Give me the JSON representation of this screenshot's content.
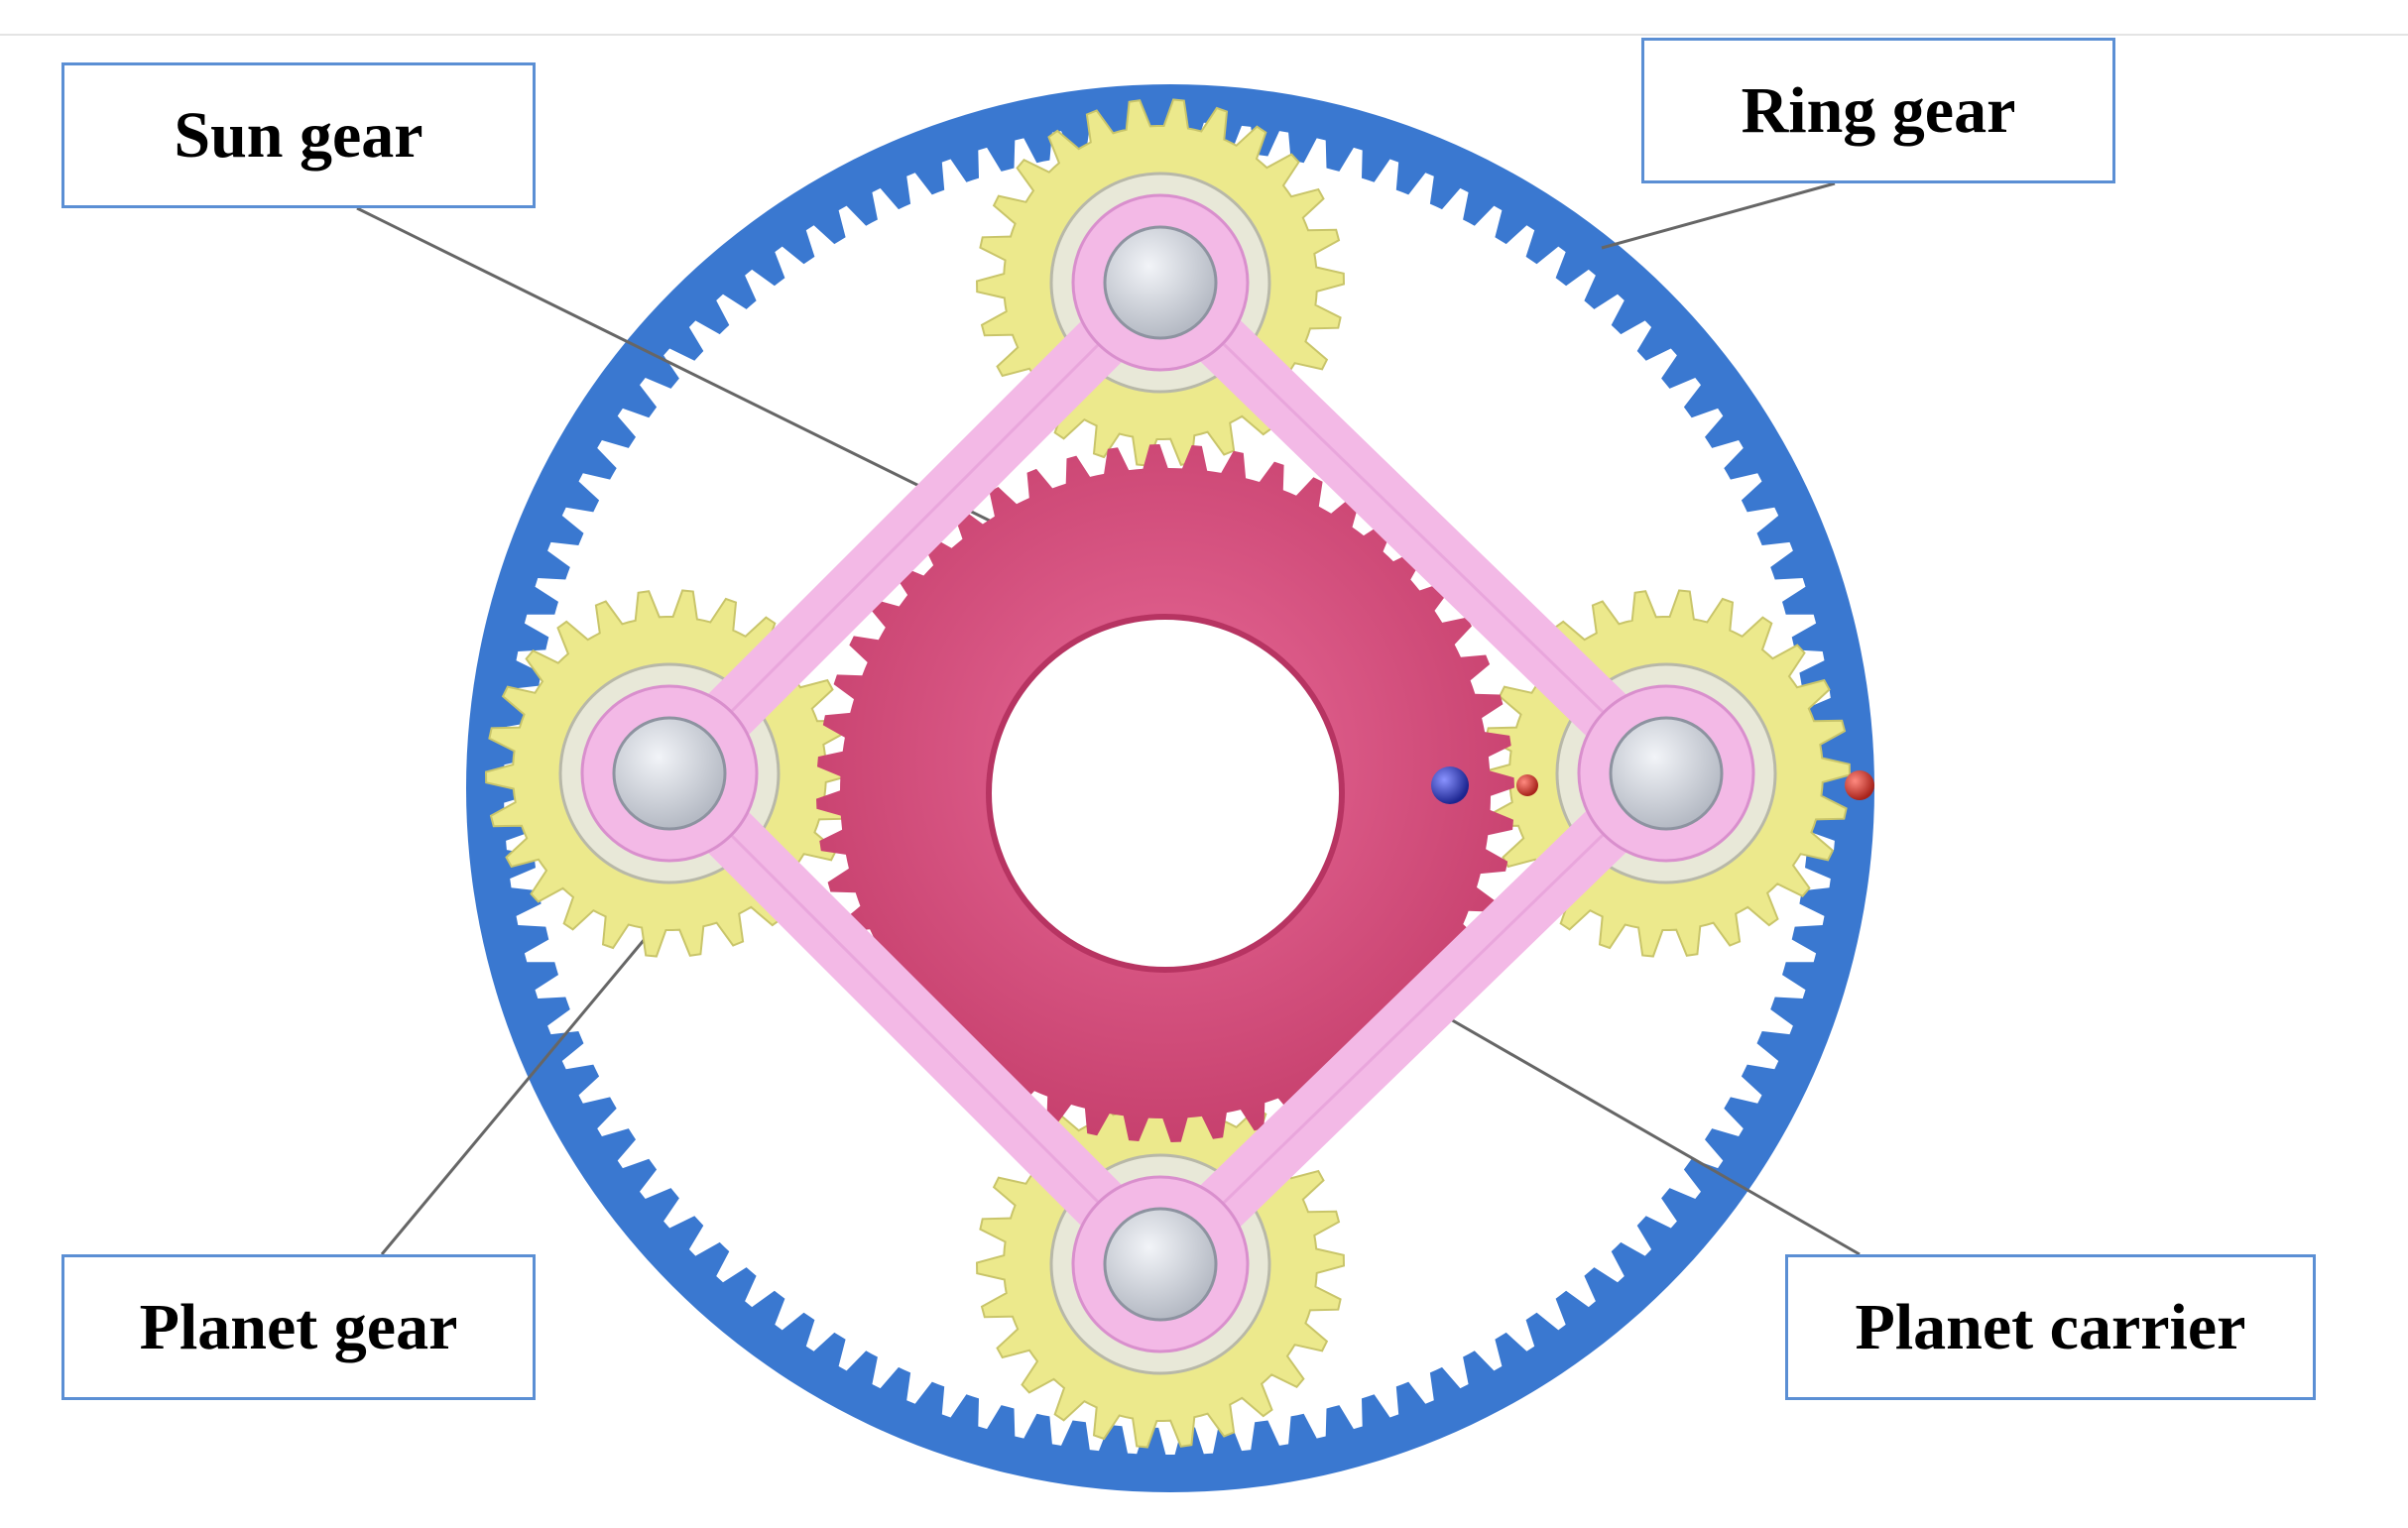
{
  "labels": {
    "sun_gear": "Sun gear",
    "ring_gear": "Ring gear",
    "planet_gear": "Planet gear",
    "planet_carrier": "Planet carrier"
  },
  "colors": {
    "ring_gear": "#3a78d0",
    "sun_gear": "#d9547f",
    "planet_gear": "#ece98c",
    "planet_carrier": "#f3b9e6",
    "bearing": "#d5d9e0",
    "label_border": "#5b8fd4",
    "marker_blue": "#3340c0",
    "marker_red": "#d8332a"
  },
  "icons": {
    "ring_gear": "ring-gear-icon",
    "sun_gear": "sun-gear-icon",
    "planet_gear": "planet-gear-icon",
    "planet_carrier": "planet-carrier-icon"
  }
}
